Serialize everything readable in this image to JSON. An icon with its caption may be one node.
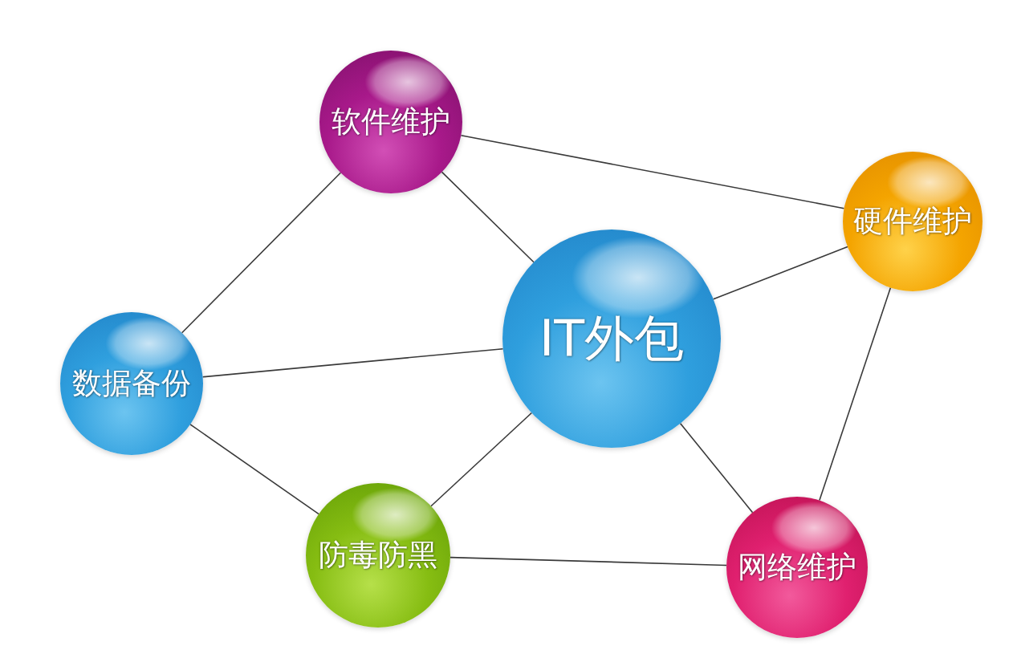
{
  "diagram": {
    "nodes": [
      {
        "text": [
          "软件维护"
        ]
      },
      {
        "text": [
          "硬件维护"
        ]
      },
      {
        "text": [
          "IT外包"
        ]
      },
      {
        "text": [
          "数据备份"
        ]
      },
      {
        "text": [
          "防毒防黑"
        ]
      },
      {
        "text": [
          "网络维护"
        ]
      }
    ],
    "edges": [
      {
        "from": 0,
        "to": 1,
        "arrow": "none"
      },
      {
        "from": 0,
        "to": 2,
        "arrow": "none"
      },
      {
        "from": 0,
        "to": 3,
        "arrow": "none"
      },
      {
        "from": 3,
        "to": 2,
        "arrow": "none"
      },
      {
        "from": 3,
        "to": 4,
        "arrow": "none"
      },
      {
        "from": 4,
        "to": 2,
        "arrow": "none"
      },
      {
        "from": 4,
        "to": 5,
        "arrow": "none"
      },
      {
        "from": 2,
        "to": 1,
        "arrow": "none"
      },
      {
        "from": 2,
        "to": 5,
        "arrow": "none"
      },
      {
        "from": 1,
        "to": 5,
        "arrow": "none"
      }
    ]
  }
}
